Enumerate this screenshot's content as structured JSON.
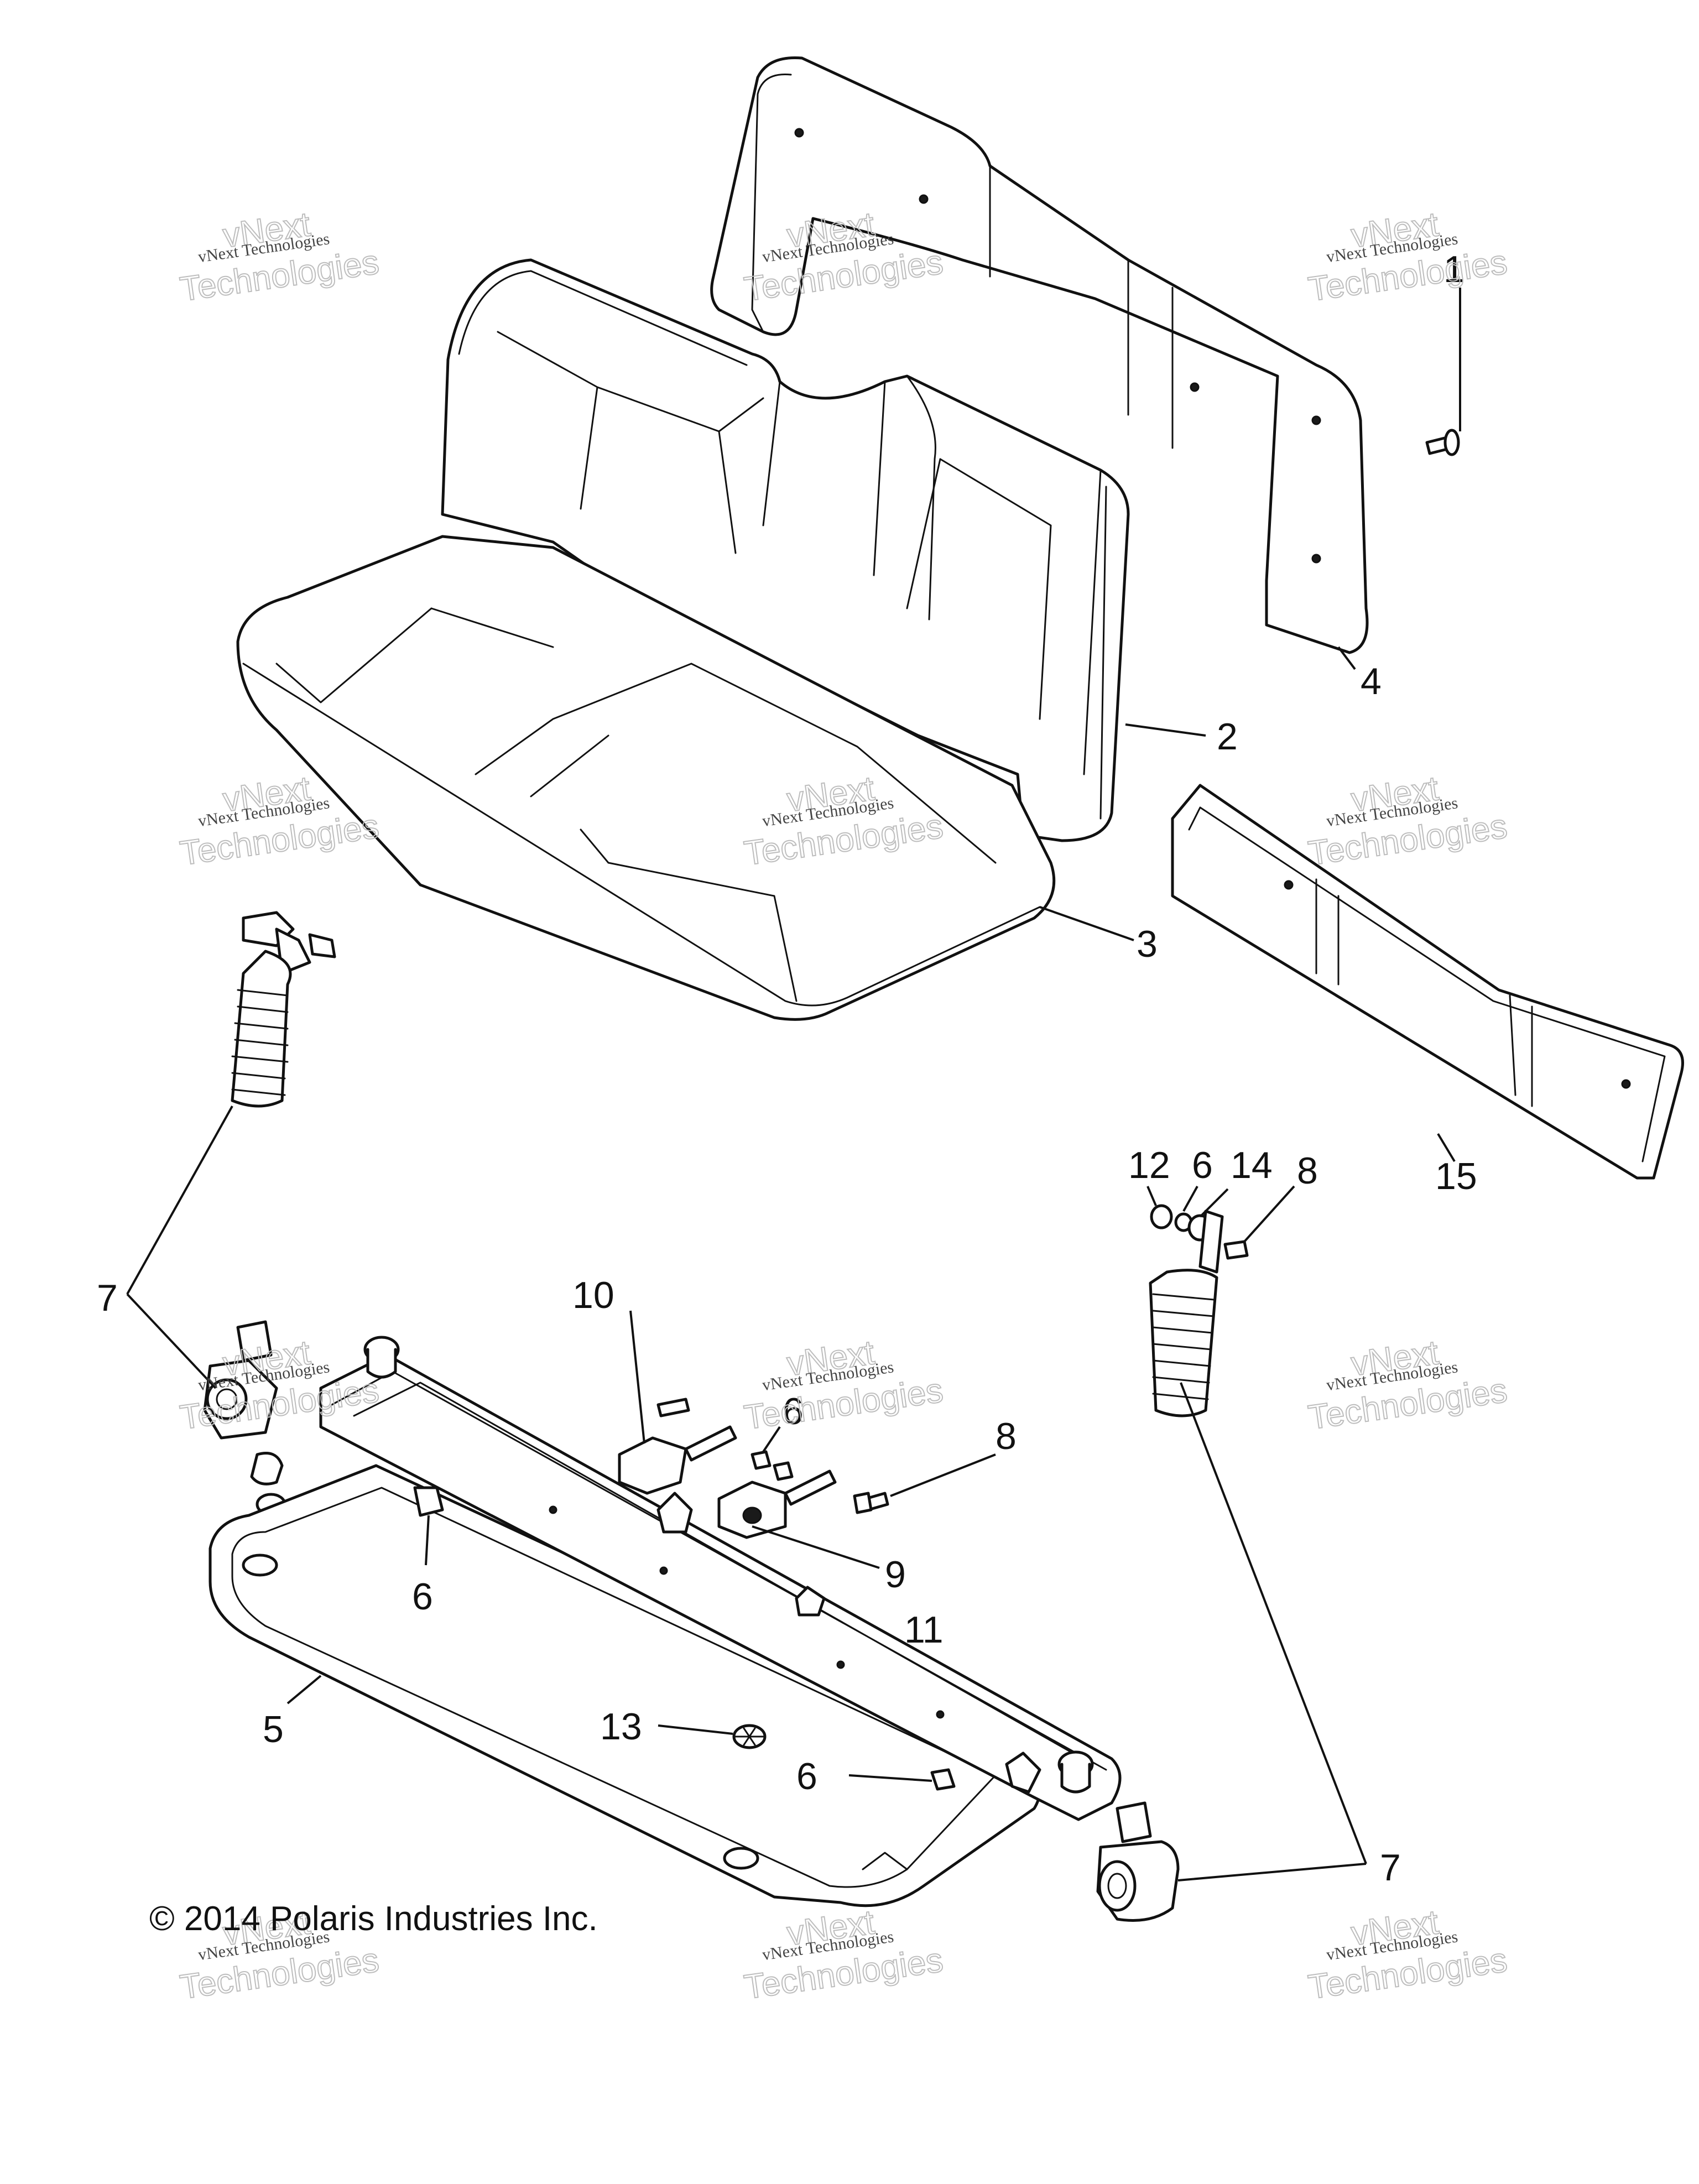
{
  "callouts": [
    {
      "id": "4",
      "label": "4"
    },
    {
      "id": "2",
      "label": "2"
    },
    {
      "id": "3",
      "label": "3"
    },
    {
      "id": "15",
      "label": "15"
    },
    {
      "id": "12",
      "label": "12"
    },
    {
      "id": "6a",
      "label": "6"
    },
    {
      "id": "14",
      "label": "14"
    },
    {
      "id": "8a",
      "label": "8"
    },
    {
      "id": "7a",
      "label": "7"
    },
    {
      "id": "10",
      "label": "10"
    },
    {
      "id": "6b",
      "label": "6"
    },
    {
      "id": "8b",
      "label": "8"
    },
    {
      "id": "9",
      "label": "9"
    },
    {
      "id": "11",
      "label": "11"
    },
    {
      "id": "6c",
      "label": "6"
    },
    {
      "id": "5",
      "label": "5"
    },
    {
      "id": "13",
      "label": "13"
    },
    {
      "id": "6d",
      "label": "6"
    },
    {
      "id": "7b",
      "label": "7"
    },
    {
      "id": "1",
      "label": "1"
    }
  ],
  "watermark": {
    "line1": "vNext Technologies",
    "line2": "vNext",
    "line3": "Technologies"
  },
  "copyright": "© 2014 Polaris Industries Inc."
}
